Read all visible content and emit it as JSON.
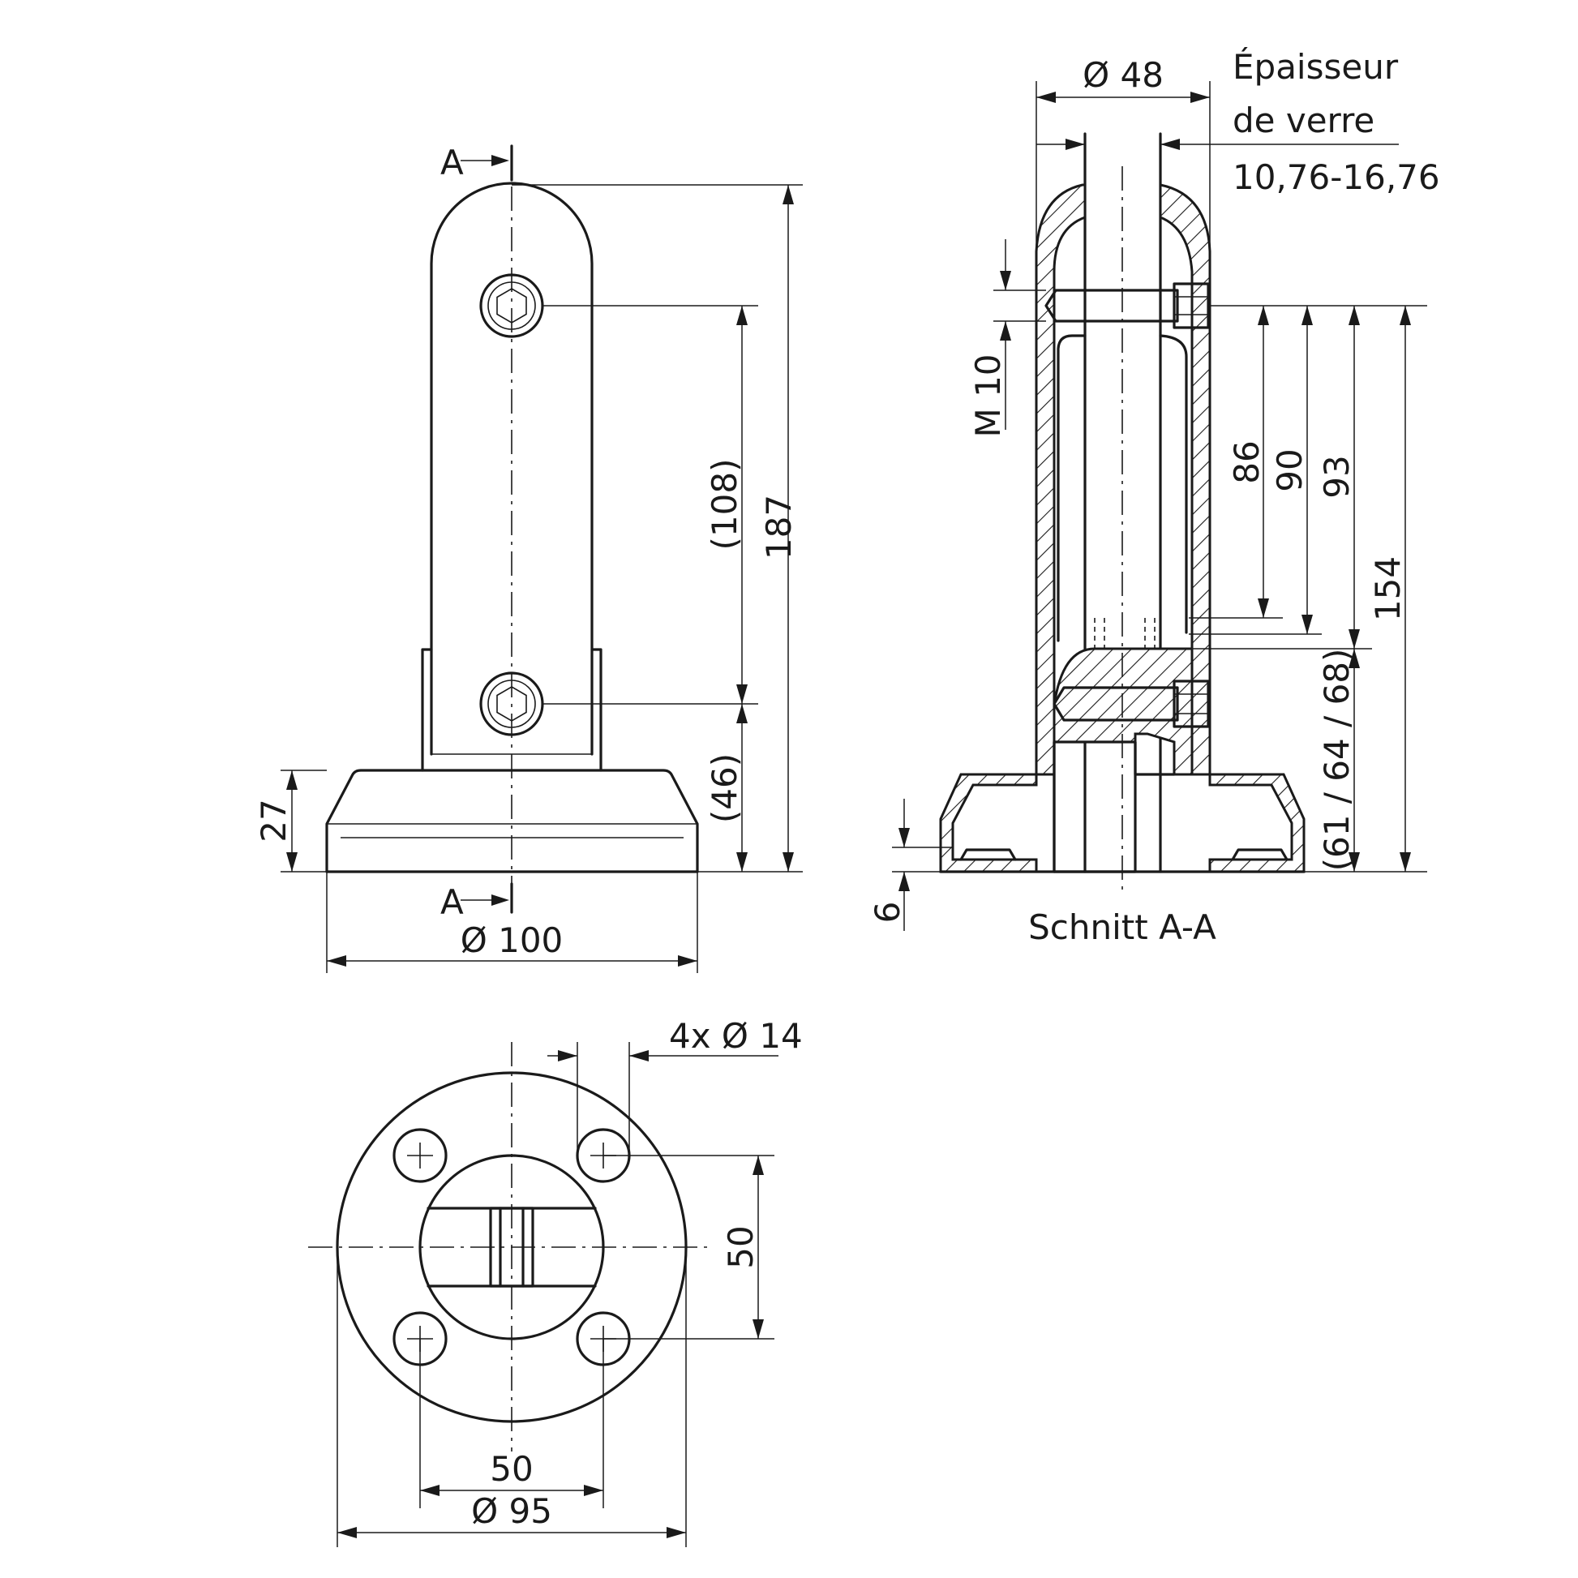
{
  "front_view": {
    "section_marker_top": "A",
    "section_marker_bottom": "A",
    "dim_height_total": "187",
    "dim_bolt_spacing": "(108)",
    "dim_lower_bolt": "(46)",
    "dim_base_height": "27",
    "dim_base_diameter": "Ø 100"
  },
  "section_view": {
    "caption": "Schnitt A-A",
    "dim_tube_diameter": "Ø 48",
    "glass_label_line1": "Épaisseur",
    "glass_label_line2": "de verre",
    "glass_label_line3": "10,76-16,76",
    "dim_thread": "M 10",
    "dim_86": "86",
    "dim_90": "90",
    "dim_93": "93",
    "dim_154": "154",
    "dim_lower_range": "(61 / 64 / 68)",
    "dim_base_plate": "6"
  },
  "bottom_view": {
    "dim_holes": "4x Ø 14",
    "dim_hole_spacing_vertical": "50",
    "dim_hole_spacing_horizontal": "50",
    "dim_flange_diameter": "Ø 95"
  }
}
